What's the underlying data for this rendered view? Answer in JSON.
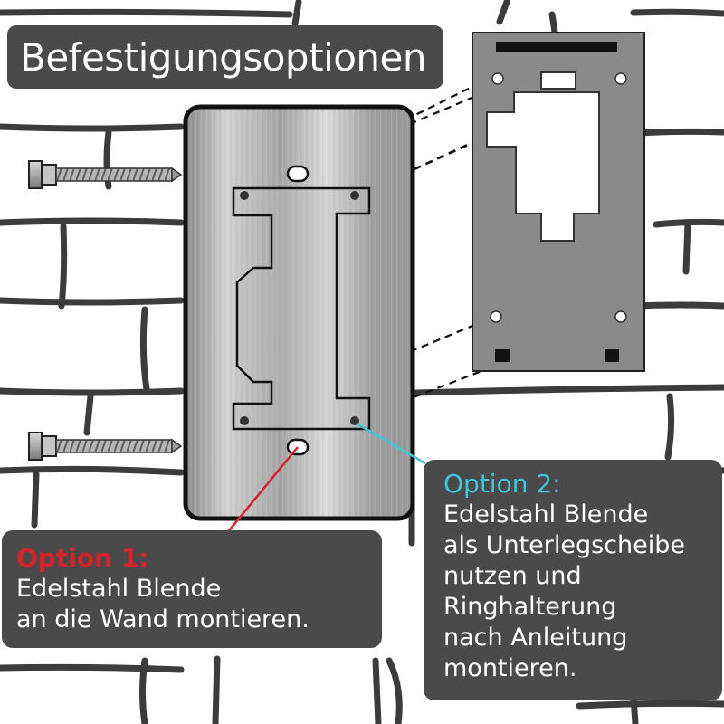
{
  "title": "Befestigungsoptionen",
  "option1": {
    "heading": "Option 1:",
    "lines": [
      "Edelstahl Blende",
      "an die Wand montieren."
    ]
  },
  "option2": {
    "heading": "Option 2:",
    "lines": [
      "Edelstahl Blende",
      "als Unterlegscheibe",
      "nutzen und",
      "Ringhalterung",
      "nach Anleitung",
      "montieren."
    ]
  },
  "colors": {
    "panel": "#4a4a4a",
    "option1_accent": "#d62228",
    "option2_accent": "#3fc6d8",
    "steel_plate": "#c9c9c9",
    "mount_ring": "#8a8a8a"
  },
  "icons": [
    "screw-icon",
    "brick-wall"
  ]
}
